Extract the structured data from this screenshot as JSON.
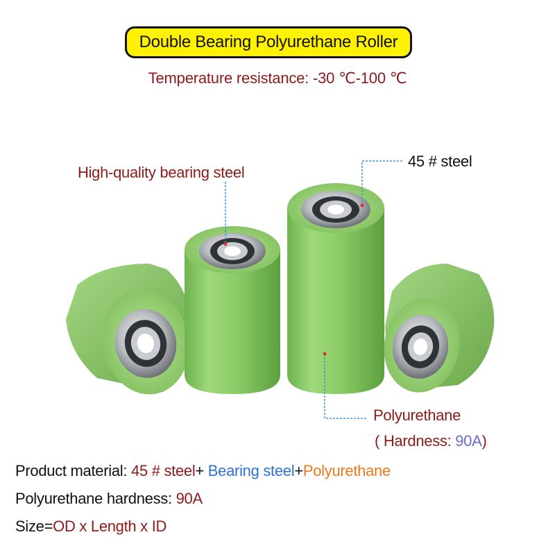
{
  "header": {
    "title": "Double Bearing Polyurethane Roller",
    "temperature": "Temperature resistance: -30 ℃-100 ℃"
  },
  "callouts": {
    "bearing_steel": "High-quality bearing steel",
    "steel_45": "45 # steel",
    "polyurethane": "Polyurethane",
    "hardness_open": "( Hardness: ",
    "hardness_value": "90A",
    "hardness_close": ")"
  },
  "specs": {
    "material_label": "Product material: ",
    "material_steel": "45 # steel",
    "material_plus1": "+ ",
    "material_bearing": "Bearing steel",
    "material_plus2": "+",
    "material_pu": "Polyurethane",
    "hardness_label": "Polyurethane hardness: ",
    "hardness_value": "90A",
    "size_label": "Size=",
    "size_value": "OD x Length x ID"
  },
  "colors": {
    "title_bg": "#fff200",
    "accent_red": "#8b1a1a",
    "accent_blue": "#2f6fd6",
    "accent_orange": "#e8791a",
    "leader_line": "#3a9ad9",
    "roller_green": "#8fcf6a"
  },
  "icons": {
    "product": "polyurethane-roller-illustration"
  }
}
